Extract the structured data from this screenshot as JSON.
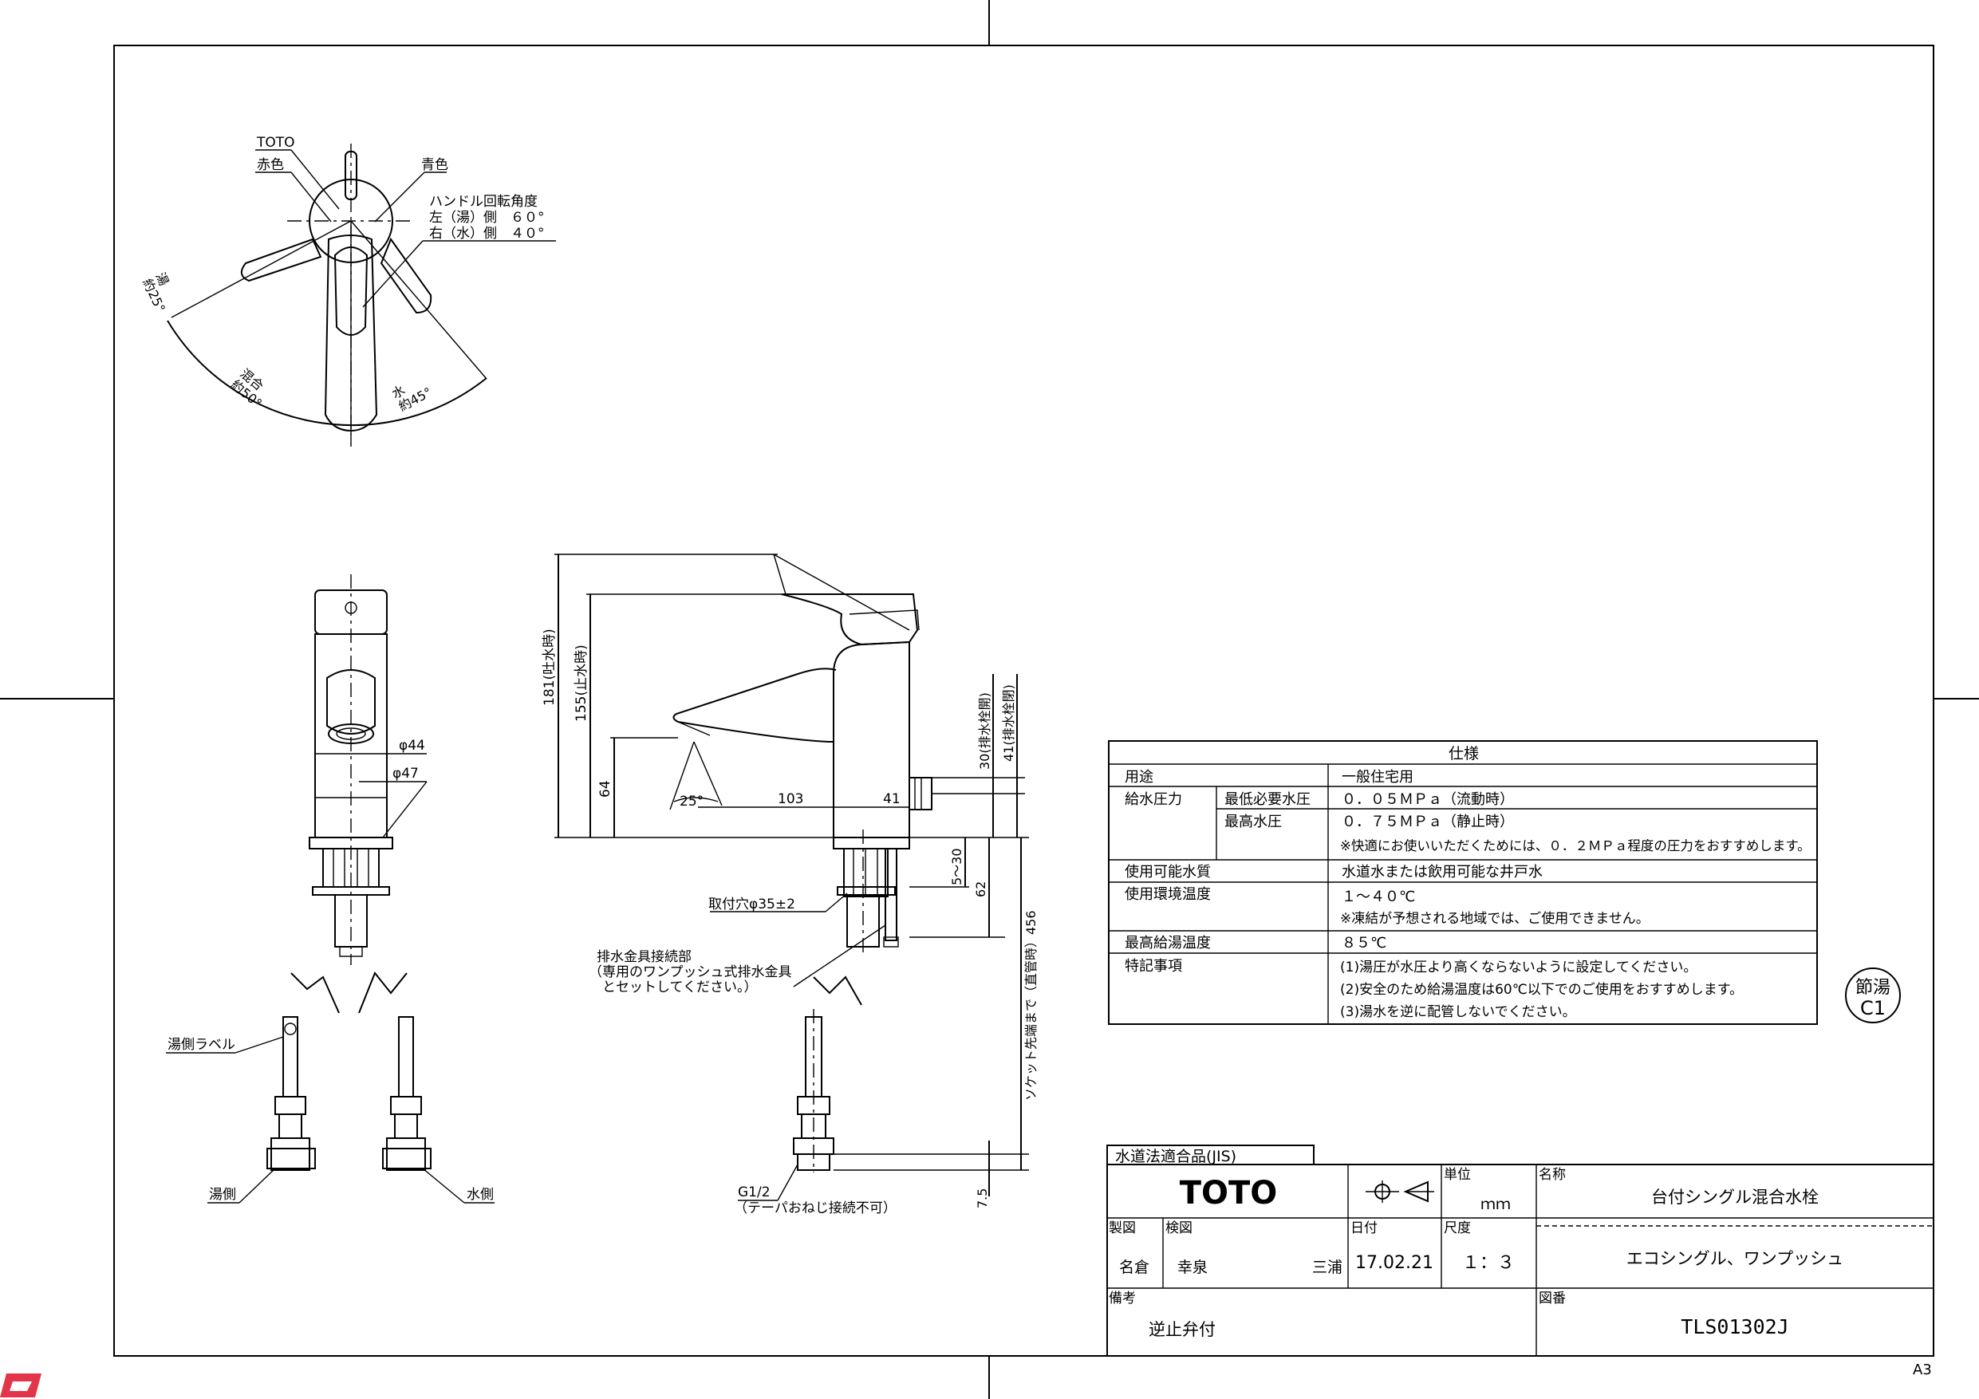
{
  "top_view": {
    "labels": {
      "brand": "TOTO",
      "red": "赤色",
      "blue": "青色",
      "handle_angle_title": "ハンドル回転角度",
      "left_hot": "左（湯）側　６０°",
      "right_cold": "右（水）側　４０°",
      "hot_arc": "湯",
      "hot_arc_deg": "約25°",
      "mix_arc": "混合",
      "mix_arc_deg": "約50°",
      "cold_arc": "水",
      "cold_arc_deg": "約45°"
    }
  },
  "front_view": {
    "dims": {
      "d44": "φ44",
      "d47": "φ47"
    },
    "labels": {
      "hot_label": "湯側ラベル",
      "hot_side": "湯側",
      "cold_side": "水側"
    }
  },
  "side_view": {
    "dims": {
      "h181": "181(吐水時)",
      "h155": "155(止水時)",
      "h64": "64",
      "a25": "25°",
      "l103": "103",
      "l41": "41",
      "h30": "30(排水栓開)",
      "h41": "41(排水栓閉)",
      "d5_30": "5～30",
      "d62": "62",
      "d456": "ソケット先端まで（直管時）456",
      "d7_5": "7.5"
    },
    "labels": {
      "mount_hole": "取付穴φ35±2",
      "drain_title": "排水金具接続部",
      "drain_line2": "（専用のワンプッシュ式排水金具",
      "drain_line3": "　とセットしてください。）",
      "thread": "G1/2",
      "thread_note": "（テーパおねじ接続不可）"
    }
  },
  "spec": {
    "title": "仕様",
    "rows": {
      "use_label": "用途",
      "use_value": "一般住宅用",
      "pressure_label": "給水圧力",
      "min_label": "最低必要水圧",
      "min_value": "０．０５ＭＰａ（流動時）",
      "max_label": "最高水圧",
      "max_value": "０．７５ＭＰａ（静止時）",
      "max_note": "※快適にお使いいただくためには、０．２ＭＰａ程度の圧力をおすすめします。",
      "water_label": "使用可能水質",
      "water_value": "水道水または飲用可能な井戸水",
      "env_label": "使用環境温度",
      "env_value": "１～４０℃",
      "env_note": "※凍結が予想される地域では、ご使用できません。",
      "hot_label": "最高給湯温度",
      "hot_value": "８５℃",
      "notes_label": "特記事項",
      "note1": "(1)湯圧が水圧より高くならないように設定してください。",
      "note2": "(2)安全のため給湯温度は60℃以下でのご使用をおすすめします。",
      "note3": "(3)湯水を逆に配管しないでください。"
    }
  },
  "stamp": {
    "line1": "節湯",
    "line2": "C1"
  },
  "title_block": {
    "jis": "水道法適合品(JIS)",
    "logo": "TOTO",
    "unit_label": "単位",
    "unit_value": "ｍｍ",
    "name_label": "名称",
    "name_value": "台付シングル混合水栓",
    "sub_value": "エコシングル、ワンプッシュ",
    "made_label": "製図",
    "made_value": "名倉",
    "check_label": "検図",
    "check_value": "幸泉",
    "approve_value": "三浦",
    "date_label": "日付",
    "date_value": "17.02.21",
    "scale_label": "尺度",
    "scale_value": "１：３",
    "remark_label": "備考",
    "remark_value": "逆止弁付",
    "drawing_no_label": "図番",
    "drawing_no_value": "TLS01302J"
  },
  "sheet_size": "A3"
}
